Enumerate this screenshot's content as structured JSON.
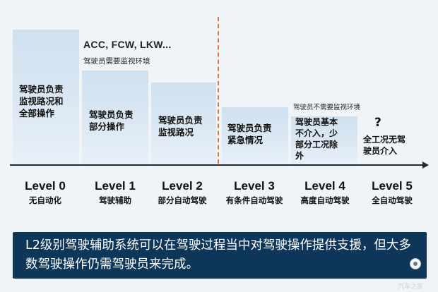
{
  "annotations": {
    "acc": "ACC, FCW, LKW...",
    "need_monitor": "驾驶员需要监视环境",
    "no_monitor": "驾驶员不需要监视环境"
  },
  "bars": [
    {
      "text": "驾驶员负责\n监视路况和\n全部操作"
    },
    {
      "text": "驾驶员负责\n部分操作"
    },
    {
      "text": "驾驶员负责\n监视路况"
    },
    {
      "text": "驾驶员负责\n紧急情况"
    },
    {
      "text": "驾驶员基本\n不介入，少\n部分工况除\n外"
    },
    {
      "question": "?",
      "text": "全工况无驾\n驶员介入"
    }
  ],
  "levels": [
    {
      "title": "Level 0",
      "sub": "无自动化"
    },
    {
      "title": "Level 1",
      "sub": "驾驶辅助"
    },
    {
      "title": "Level 2",
      "sub": "部分自动驾驶"
    },
    {
      "title": "Level 3",
      "sub": "有条件自动驾驶"
    },
    {
      "title": "Level 4",
      "sub": "高度自动驾驶"
    },
    {
      "title": "Level 5",
      "sub": "全自动驾驶"
    }
  ],
  "caption": "L2级别驾驶辅助系统可以在驾驶过程当中对驾驶操作提供支援，但大多数驾驶操作仍需驾驶员来完成。",
  "watermark": "汽车之家",
  "colors": {
    "background": "#f1f4f7",
    "bar": "#d5e4f1",
    "divider": "#e2733f",
    "caption_bg": "#0e3658",
    "caption_text": "#ffffff"
  }
}
